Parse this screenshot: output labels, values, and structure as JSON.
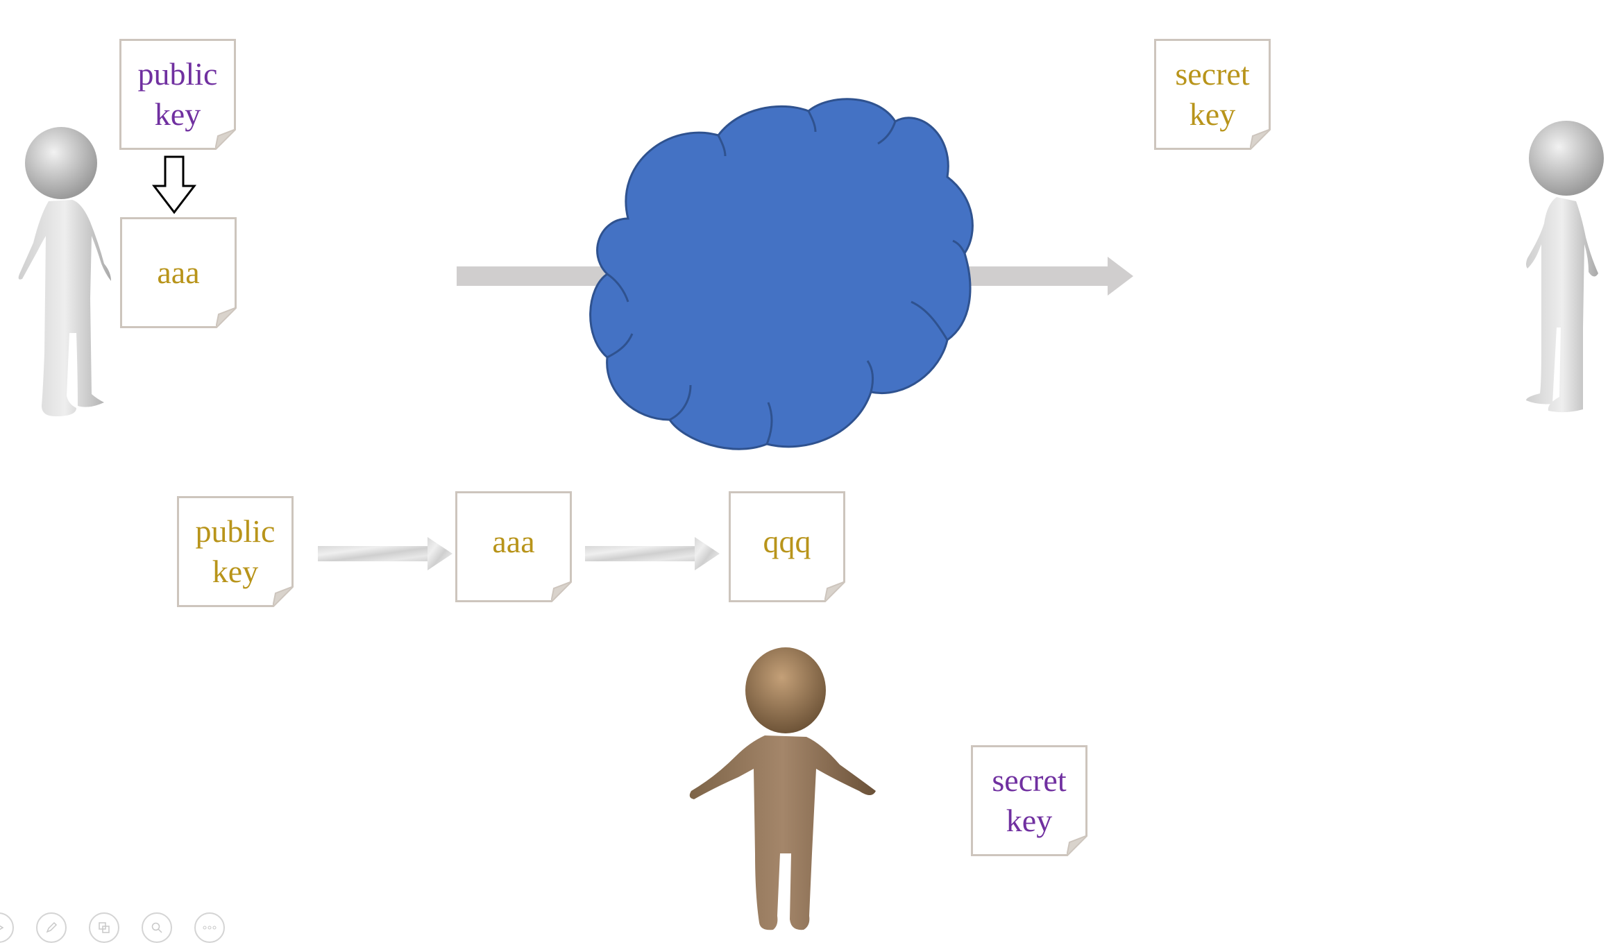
{
  "notes": {
    "top_public_key": [
      "public",
      "key"
    ],
    "top_aaa": "aaa",
    "top_secret_key": [
      "secret",
      "key"
    ],
    "row_public_key": [
      "public",
      "key"
    ],
    "row_aaa": "aaa",
    "row_qqq": "qqq",
    "bottom_secret_key": [
      "secret",
      "key"
    ]
  },
  "colors": {
    "cloud": "#4472c4",
    "gold_text": "#b8941a",
    "purple_text": "#7030a0",
    "arrow_gray": "#d0cece"
  },
  "toolbar": {
    "icons": [
      "play-icon",
      "pen-icon",
      "slides-icon",
      "zoom-icon",
      "more-icon"
    ]
  }
}
